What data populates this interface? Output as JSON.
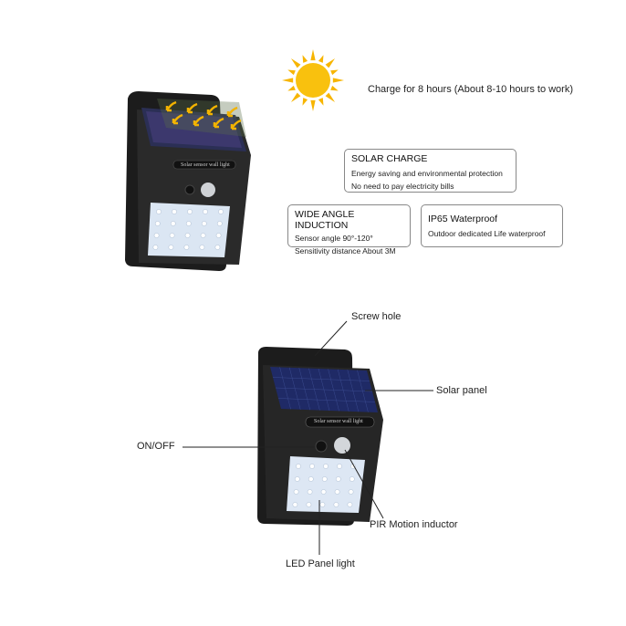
{
  "top": {
    "charge_text": "Charge for 8 hours (About 8-10 hours to work)",
    "sun_icon": "sun-icon",
    "sun_color": "#f7b500"
  },
  "features": [
    {
      "title": "SOLAR CHARGE",
      "lines": [
        "Energy saving and environmental protection",
        "No need to pay electricity bills"
      ]
    },
    {
      "title": "WIDE ANGLE INDUCTION",
      "lines": [
        "Sensor angle 90°-120°",
        "Sensitivity distance About 3M"
      ]
    },
    {
      "title": "IP65 Waterproof",
      "lines": [
        "Outdoor dedicated Life waterproof"
      ]
    }
  ],
  "device_label": "Solar sensor wall light",
  "callouts": {
    "screw_hole": "Screw hole",
    "solar_panel": "Solar panel",
    "on_off": "ON/OFF",
    "pir": "PIR Motion inductor",
    "led": "LED Panel light"
  }
}
